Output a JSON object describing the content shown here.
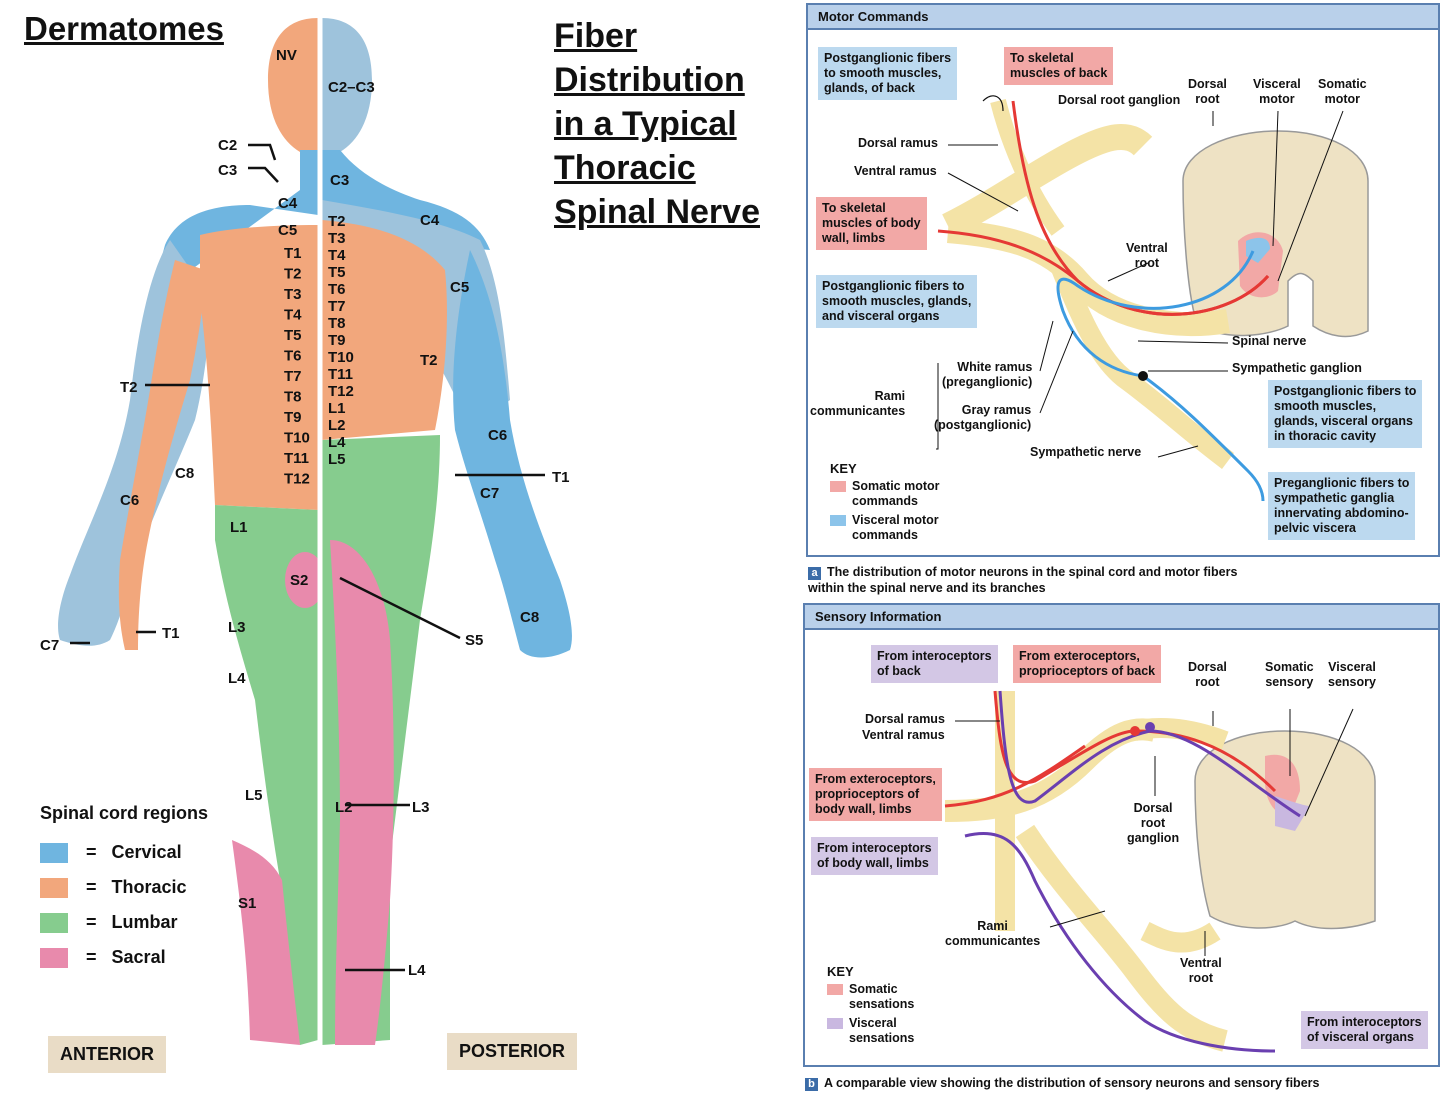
{
  "left_title": "Dermatomes",
  "middle_title": [
    "Fiber",
    "Distribution",
    "in a Typical",
    "Thoracic",
    "Spinal Nerve"
  ],
  "body_labels": {
    "nv": "NV",
    "c2c3": "C2–C3",
    "c2": "C2",
    "c3a": "C3",
    "c3b": "C3",
    "c4a": "C4",
    "c4b": "C4",
    "c5a": "C5",
    "c5b": "C5",
    "c6a": "C6",
    "c6b": "C6",
    "c7a": "C7",
    "c7b": "C7",
    "c8a": "C8",
    "c8b": "C8",
    "t1a": "T1",
    "t1b": "T1",
    "t2a": "T2",
    "t2b": "T2",
    "l1": "L1",
    "l2": "L2",
    "l3": "L3",
    "l4": "L4",
    "l5": "L5",
    "s1": "S1",
    "s2": "S2",
    "s5": "S5"
  },
  "anterior_trunk": [
    "T1",
    "T2",
    "T3",
    "T4",
    "T5",
    "T6",
    "T7",
    "T8",
    "T9",
    "T10",
    "T11",
    "T12"
  ],
  "posterior_trunk": [
    "T2",
    "T3",
    "T4",
    "T5",
    "T6",
    "T7",
    "T8",
    "T9",
    "T10",
    "T11",
    "T12",
    "L1",
    "L2",
    "L4",
    "L5"
  ],
  "legend": {
    "title": "Spinal cord regions",
    "items": [
      {
        "label": "Cervical",
        "color": "#6fb5e0"
      },
      {
        "label": "Thoracic",
        "color": "#f2a77c"
      },
      {
        "label": "Lumbar",
        "color": "#86cc8e"
      },
      {
        "label": "Sacral",
        "color": "#e88aac"
      }
    ],
    "eq": "="
  },
  "view_labels": {
    "anterior": "ANTERIOR",
    "posterior": "POSTERIOR"
  },
  "motor_panel": {
    "header": "Motor Commands",
    "boxes": {
      "post_back": "Postganglionic fibers\nto smooth muscles,\nglands, of back",
      "skel_back": "To skeletal\nmuscles of back",
      "skel_body": "To skeletal\nmuscles of body\nwall, limbs",
      "post_visc": "Postganglionic fibers to\nsmooth muscles, glands,\nand visceral organs",
      "post_thor": "Postganglionic fibers to\nsmooth muscles,\nglands, visceral organs\nin thoracic cavity",
      "pre_sym": "Preganglionic fibers to\nsympathetic ganglia\ninnervating abdomino-\npelvic viscera"
    },
    "labels": {
      "drg": "Dorsal root ganglion",
      "dorsal_root": "Dorsal\nroot",
      "visceral_motor": "Visceral\nmotor",
      "somatic_motor": "Somatic\nmotor",
      "dorsal_ramus": "Dorsal ramus",
      "ventral_ramus": "Ventral ramus",
      "ventral_root": "Ventral\nroot",
      "spinal_nerve": "Spinal nerve",
      "symp_ganglion": "Sympathetic ganglion",
      "white_ramus": "White ramus\n(preganglionic)",
      "gray_ramus": "Gray ramus\n(postganglionic)",
      "rami": "Rami\ncommunicantes",
      "symp_nerve": "Sympathetic nerve"
    },
    "key": {
      "title": "KEY",
      "items": [
        {
          "label": "Somatic motor\ncommands",
          "color": "#f2a8a6"
        },
        {
          "label": "Visceral motor\ncommands",
          "color": "#8cc4ea"
        }
      ]
    },
    "caption_tag": "a",
    "caption": "The distribution of motor neurons in the spinal cord and motor fibers\nwithin the spinal nerve and its branches"
  },
  "sensory_panel": {
    "header": "Sensory Information",
    "boxes": {
      "intero_back": "From interoceptors\nof back",
      "extero_back": "From exteroceptors,\nproprioceptors of back",
      "extero_body": "From exteroceptors,\nproprioceptors of\nbody wall, limbs",
      "intero_body": "From interoceptors\nof body wall, limbs",
      "intero_visc": "From interoceptors\nof visceral organs"
    },
    "labels": {
      "dorsal_root": "Dorsal\nroot",
      "somatic_sensory": "Somatic\nsensory",
      "visceral_sensory": "Visceral\nsensory",
      "dorsal_ramus": "Dorsal ramus",
      "ventral_ramus": "Ventral ramus",
      "drg": "Dorsal\nroot\nganglion",
      "rami": "Rami\ncommunicantes",
      "ventral_root": "Ventral\nroot"
    },
    "key": {
      "title": "KEY",
      "items": [
        {
          "label": "Somatic\nsensations",
          "color": "#f2a8a6"
        },
        {
          "label": "Visceral\nsensations",
          "color": "#c9b8e0"
        }
      ]
    },
    "caption_tag": "b",
    "caption": "A comparable view showing the distribution of sensory neurons and sensory fibers"
  },
  "colors": {
    "cervical": "#6fb5e0",
    "thoracic": "#f2a77c",
    "lumbar": "#86cc8e",
    "sacral": "#e88aac",
    "somatic": "#e53935",
    "visceral": "#3d9be0",
    "sensory_visceral": "#6a3fb0",
    "nerve": "#f4e3a6"
  }
}
